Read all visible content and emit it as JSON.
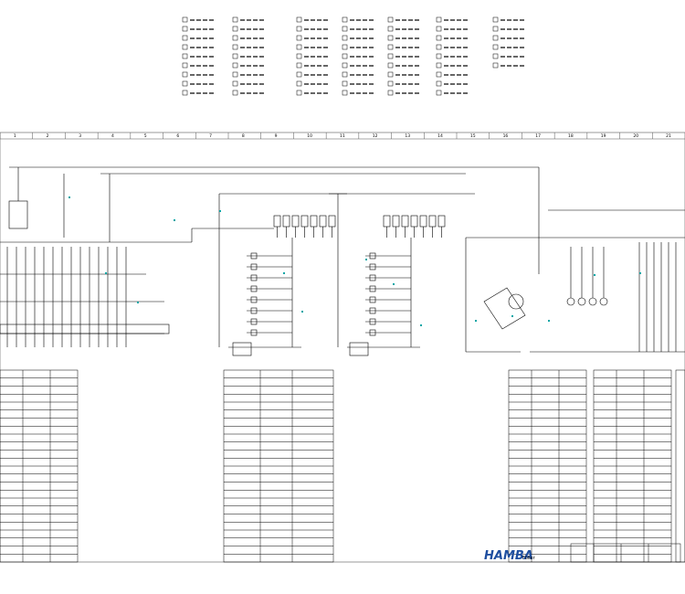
{
  "drawing": {
    "brand_logo_text": "HAMBA",
    "title_block_label": "Füller",
    "sheet_columns": [
      "1",
      "2",
      "3",
      "4",
      "5",
      "6",
      "7",
      "8",
      "9",
      "10",
      "11",
      "12",
      "13",
      "14",
      "15",
      "16",
      "17",
      "18",
      "19",
      "20",
      "21"
    ]
  },
  "colors": {
    "line": "#000000",
    "grid_border": "#555555",
    "accent_marks": "#00a6a6",
    "logo_blue": "#1f4fa0"
  },
  "legend": {
    "note": "dense symbol legend; individual labels illegible at this resolution"
  },
  "tables": [
    {
      "id": "tbl-1"
    },
    {
      "id": "tbl-2"
    },
    {
      "id": "tbl-3"
    },
    {
      "id": "tbl-4"
    }
  ]
}
